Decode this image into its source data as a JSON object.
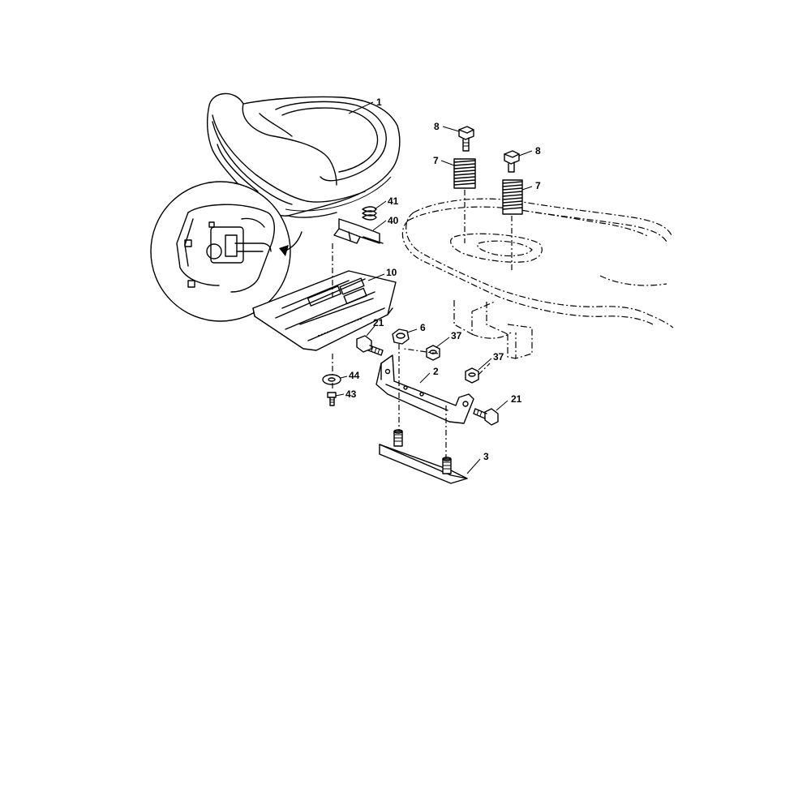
{
  "callouts": {
    "seat": "1",
    "bracket": "2",
    "plate": "3",
    "nut_6": "6",
    "spring_left": "7",
    "spring_right": "7",
    "bolt_left": "8",
    "bolt_right": "8",
    "seat_pan": "10",
    "bolt_21_left": "21",
    "bolt_21_right": "21",
    "nut_37_upper": "37",
    "nut_37_lower": "37",
    "clip": "40",
    "spring_small": "41",
    "screw_43": "43",
    "washer_44": "44"
  }
}
